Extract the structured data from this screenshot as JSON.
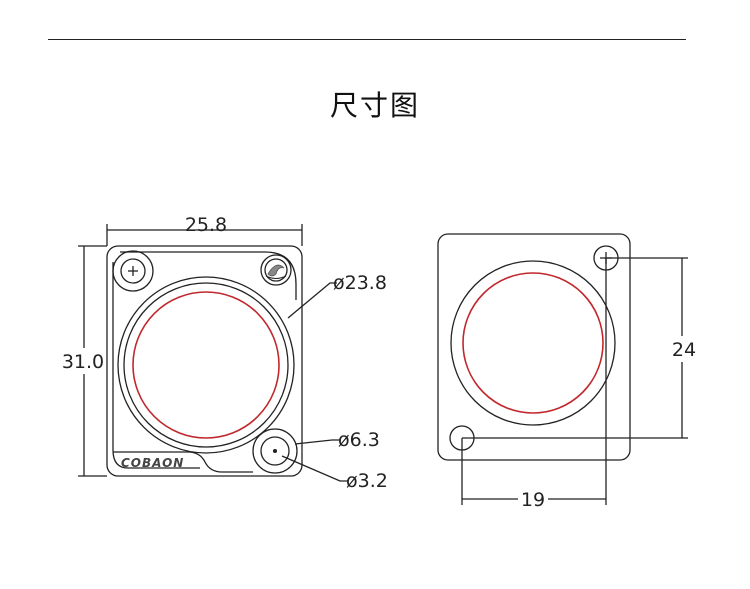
{
  "page": {
    "title": "尺寸图"
  },
  "front_view": {
    "width_label": "25.8",
    "height_label": "31.0",
    "large_diameter_label": "ø23.8",
    "hole_diameter_outer_label": "ø6.3",
    "hole_diameter_inner_label": "ø3.2",
    "brand_text": "COBAON"
  },
  "back_view": {
    "vertical_spacing_label": "24",
    "horizontal_spacing_label": "19"
  },
  "colors": {
    "ring": "#c0282d",
    "line": "#222222"
  }
}
